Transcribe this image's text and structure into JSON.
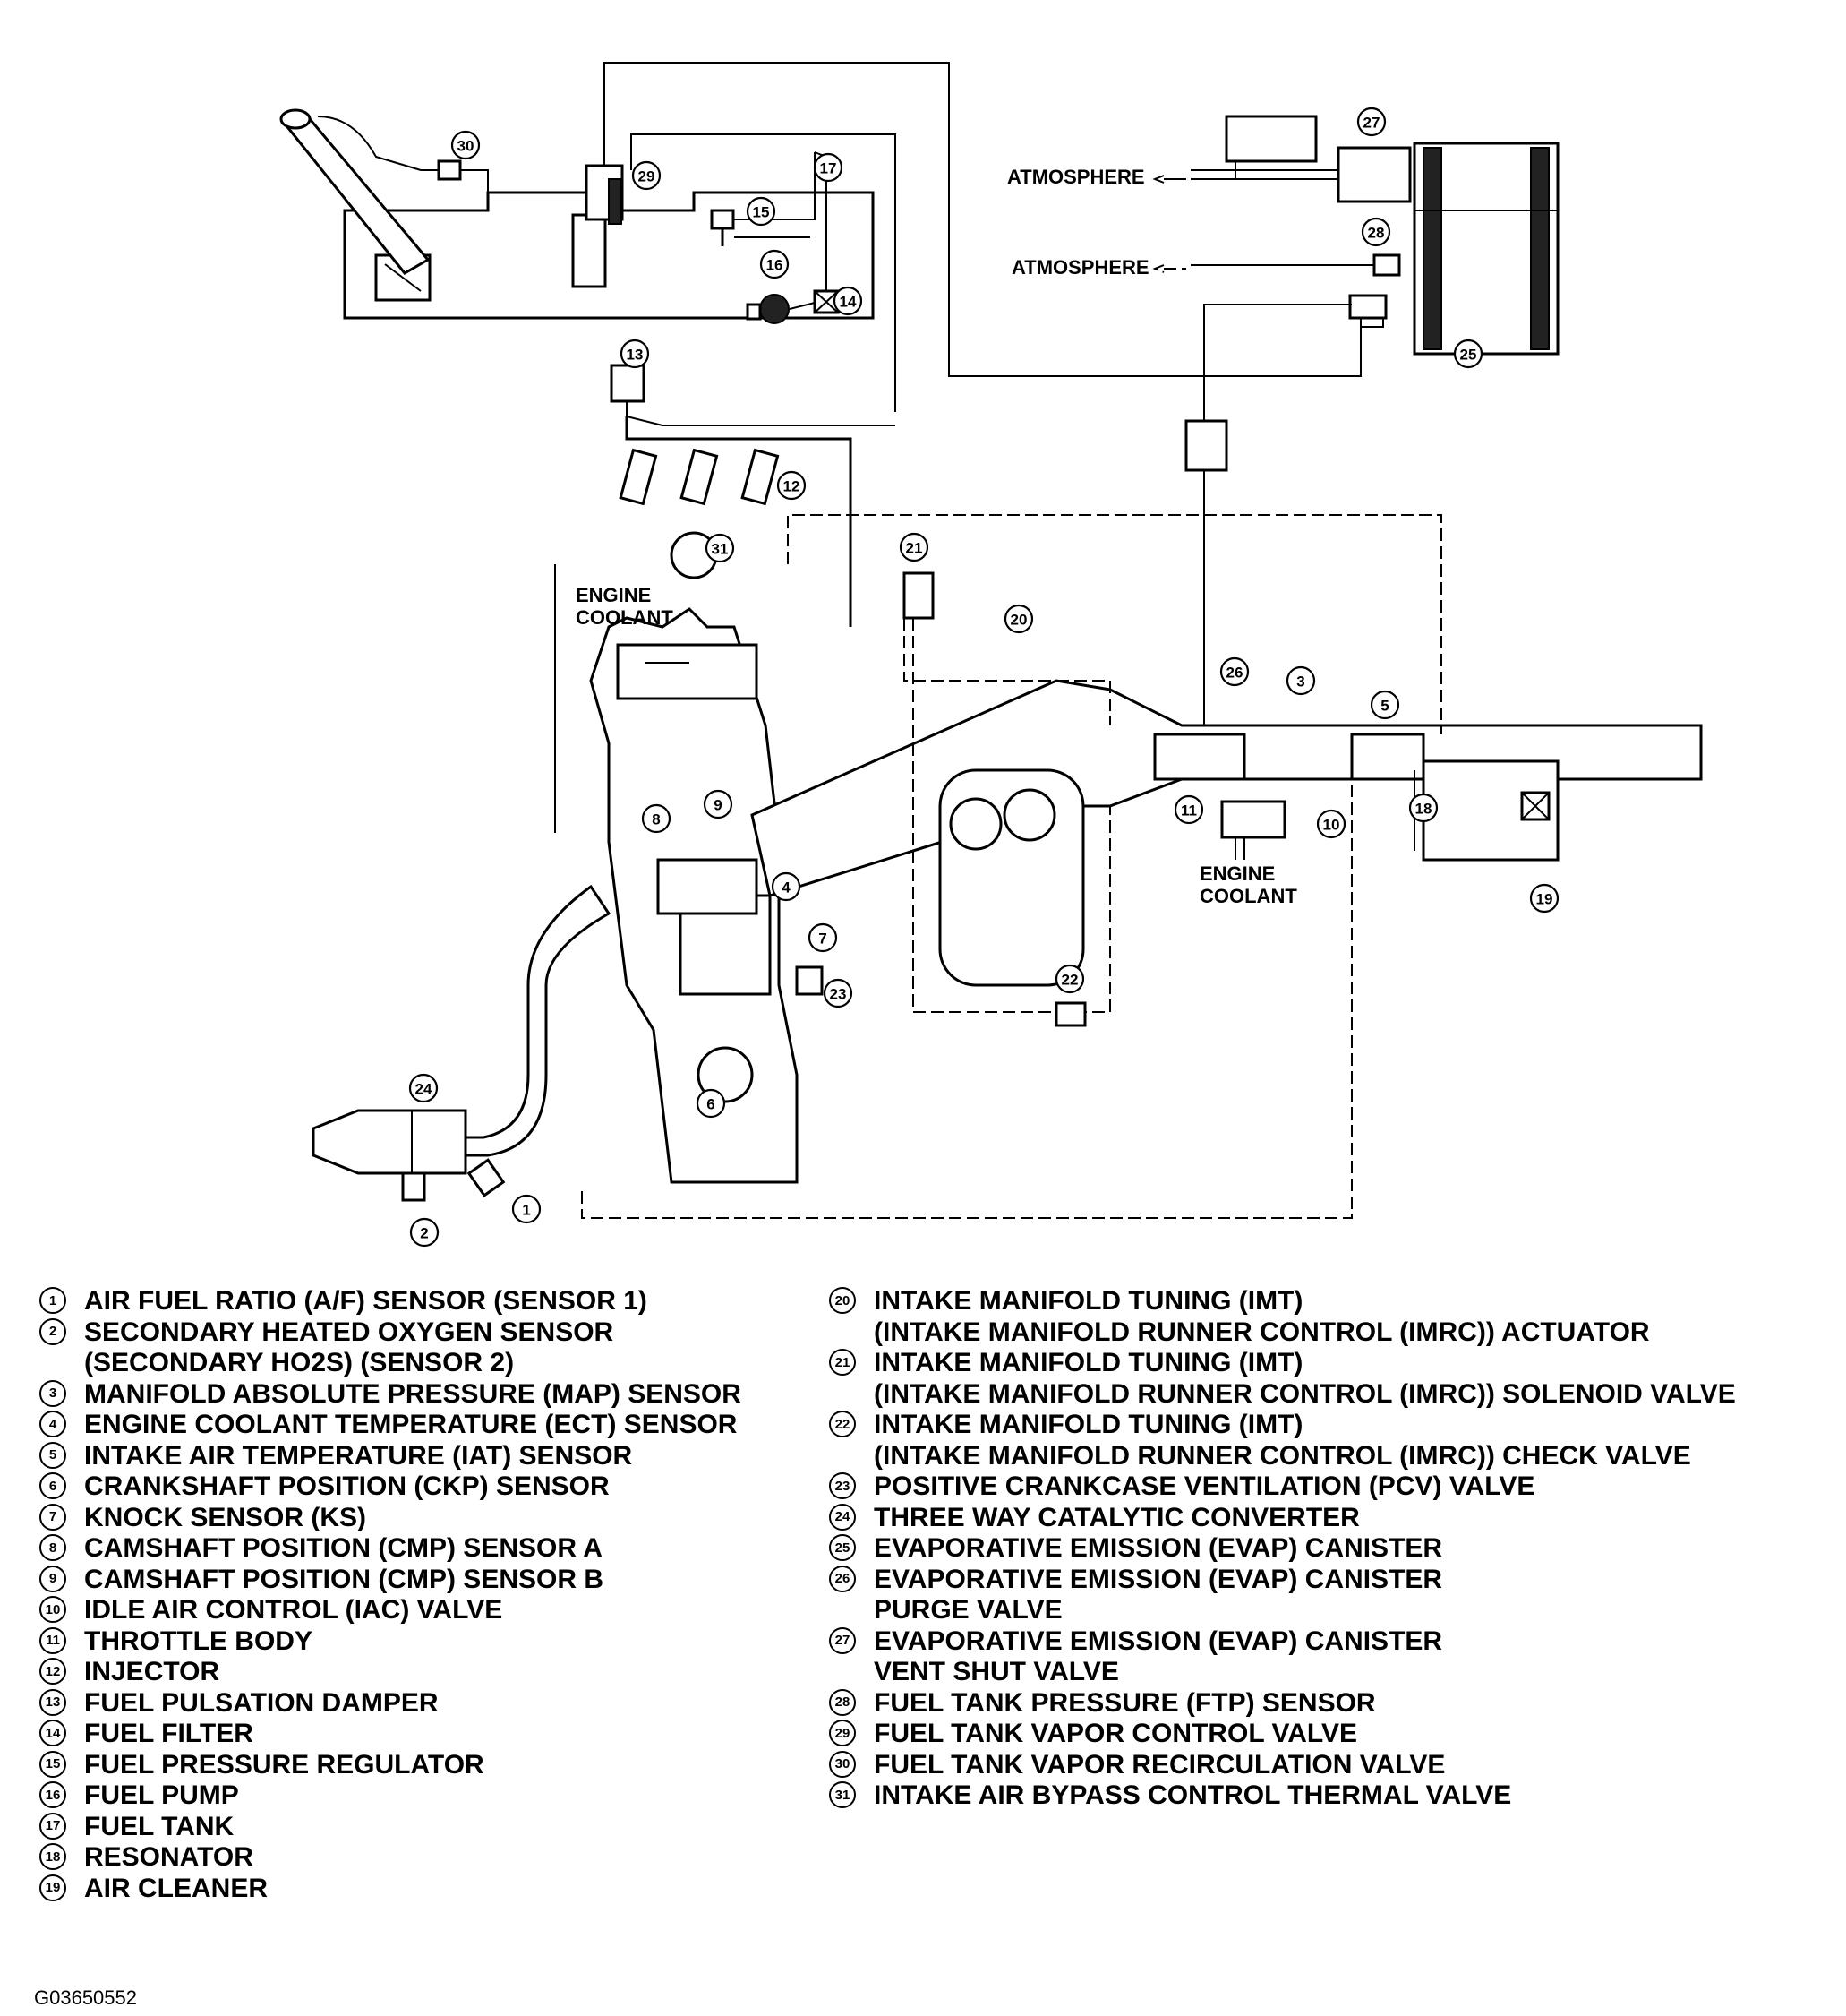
{
  "diagram": {
    "labels": {
      "atmosphere_1": "ATMOSPHERE",
      "atmosphere_2": "ATMOSPHERE",
      "engine_coolant_1": "ENGINE",
      "engine_coolant_1b": "COOLANT",
      "engine_coolant_2": "ENGINE",
      "engine_coolant_2b": "COOLANT"
    },
    "callouts": [
      "1",
      "2",
      "3",
      "4",
      "5",
      "6",
      "7",
      "8",
      "9",
      "10",
      "11",
      "12",
      "13",
      "14",
      "15",
      "16",
      "17",
      "18",
      "19",
      "20",
      "21",
      "22",
      "23",
      "24",
      "25",
      "26",
      "27",
      "28",
      "29",
      "30",
      "31"
    ]
  },
  "legend": {
    "left": [
      {
        "num": "1",
        "text": "AIR FUEL RATIO (A/F) SENSOR (SENSOR 1)"
      },
      {
        "num": "2",
        "text": "SECONDARY HEATED OXYGEN SENSOR\n(SECONDARY HO2S) (SENSOR 2)"
      },
      {
        "num": "3",
        "text": "MANIFOLD ABSOLUTE PRESSURE (MAP) SENSOR"
      },
      {
        "num": "4",
        "text": "ENGINE COOLANT TEMPERATURE (ECT) SENSOR"
      },
      {
        "num": "5",
        "text": "INTAKE AIR TEMPERATURE (IAT) SENSOR"
      },
      {
        "num": "6",
        "text": "CRANKSHAFT POSITION (CKP) SENSOR"
      },
      {
        "num": "7",
        "text": "KNOCK SENSOR (KS)"
      },
      {
        "num": "8",
        "text": "CAMSHAFT POSITION (CMP) SENSOR A"
      },
      {
        "num": "9",
        "text": "CAMSHAFT POSITION (CMP) SENSOR B"
      },
      {
        "num": "10",
        "text": "IDLE AIR CONTROL (IAC) VALVE"
      },
      {
        "num": "11",
        "text": "THROTTLE BODY"
      },
      {
        "num": "12",
        "text": "INJECTOR"
      },
      {
        "num": "13",
        "text": "FUEL PULSATION DAMPER"
      },
      {
        "num": "14",
        "text": "FUEL FILTER"
      },
      {
        "num": "15",
        "text": "FUEL PRESSURE REGULATOR"
      },
      {
        "num": "16",
        "text": "FUEL PUMP"
      },
      {
        "num": "17",
        "text": "FUEL TANK"
      },
      {
        "num": "18",
        "text": "RESONATOR"
      },
      {
        "num": "19",
        "text": "AIR CLEANER"
      }
    ],
    "right": [
      {
        "num": "20",
        "text": "INTAKE MANIFOLD TUNING (IMT)\n(INTAKE MANIFOLD RUNNER CONTROL (IMRC)) ACTUATOR"
      },
      {
        "num": "21",
        "text": "INTAKE MANIFOLD TUNING (IMT)\n(INTAKE MANIFOLD RUNNER CONTROL (IMRC)) SOLENOID VALVE"
      },
      {
        "num": "22",
        "text": "INTAKE MANIFOLD TUNING (IMT)\n(INTAKE MANIFOLD RUNNER CONTROL (IMRC)) CHECK VALVE"
      },
      {
        "num": "23",
        "text": "POSITIVE CRANKCASE VENTILATION (PCV) VALVE"
      },
      {
        "num": "24",
        "text": "THREE WAY CATALYTIC CONVERTER"
      },
      {
        "num": "25",
        "text": "EVAPORATIVE EMISSION (EVAP) CANISTER"
      },
      {
        "num": "26",
        "text": "EVAPORATIVE EMISSION (EVAP) CANISTER\nPURGE VALVE"
      },
      {
        "num": "27",
        "text": "EVAPORATIVE EMISSION (EVAP) CANISTER\nVENT SHUT VALVE"
      },
      {
        "num": "28",
        "text": "FUEL TANK PRESSURE (FTP) SENSOR"
      },
      {
        "num": "29",
        "text": "FUEL TANK VAPOR CONTROL VALVE"
      },
      {
        "num": "30",
        "text": "FUEL TANK VAPOR RECIRCULATION VALVE"
      },
      {
        "num": "31",
        "text": "INTAKE AIR BYPASS CONTROL THERMAL VALVE"
      }
    ]
  },
  "figure_code": "G03650552"
}
